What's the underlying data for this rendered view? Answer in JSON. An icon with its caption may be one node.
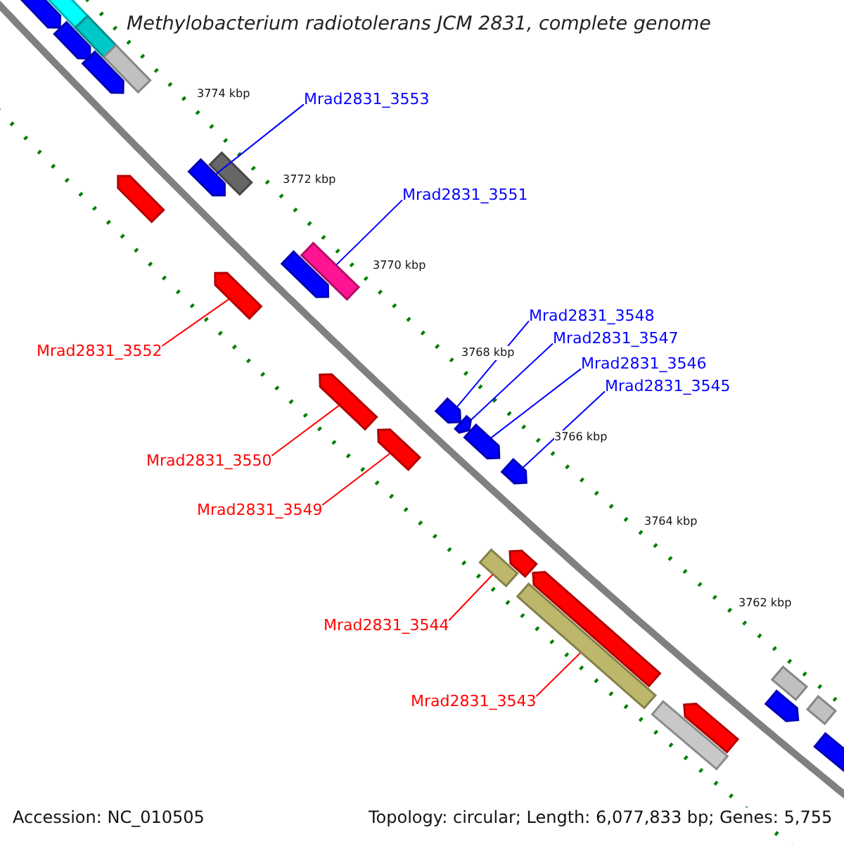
{
  "diagram": {
    "title": "Methylobacterium radiotolerans JCM 2831, complete genome",
    "nodes": [
      {
        "text": [
          "Mrad2831_3553"
        ]
      },
      {
        "text": [
          "Mrad2831_3551"
        ]
      },
      {
        "text": [
          "Mrad2831_3548"
        ]
      },
      {
        "text": [
          "Mrad2831_3547"
        ]
      },
      {
        "text": [
          "Mrad2831_3546"
        ]
      },
      {
        "text": [
          "Mrad2831_3545"
        ]
      },
      {
        "text": [
          "Mrad2831_3552"
        ]
      },
      {
        "text": [
          "Mrad2831_3550"
        ]
      },
      {
        "text": [
          "Mrad2831_3549"
        ]
      },
      {
        "text": [
          "Mrad2831_3544"
        ]
      },
      {
        "text": [
          "Mrad2831_3543"
        ]
      },
      {
        "text": [],
        "shape": "bar"
      },
      {
        "text": [],
        "shape": "arrow"
      },
      {
        "text": [],
        "shape": "bar"
      },
      {
        "text": [],
        "shape": "arrow"
      },
      {
        "text": [],
        "shape": "bar"
      },
      {
        "text": [],
        "shape": "arrow"
      },
      {
        "text": [],
        "shape": "bar"
      },
      {
        "text": [],
        "shape": "arrow"
      },
      {
        "text": [],
        "shape": "arrow"
      },
      {
        "text": [],
        "shape": "bar"
      },
      {
        "text": [],
        "shape": "arrow"
      },
      {
        "text": [],
        "shape": "arrow"
      },
      {
        "text": [],
        "shape": "arrow"
      },
      {
        "text": [],
        "shape": "arrow"
      },
      {
        "text": [],
        "shape": "arrow"
      },
      {
        "text": [],
        "shape": "arrow"
      },
      {
        "text": [],
        "shape": "arrow"
      },
      {
        "text": [],
        "shape": "arrow"
      },
      {
        "text": [],
        "shape": "arrow"
      },
      {
        "text": [],
        "shape": "bar"
      },
      {
        "text": [],
        "shape": "arrow"
      },
      {
        "text": [],
        "shape": "bar"
      },
      {
        "text": [],
        "shape": "bar"
      },
      {
        "text": [],
        "shape": "arrow"
      },
      {
        "text": [],
        "shape": "arrow"
      },
      {
        "text": [],
        "shape": "bar"
      },
      {
        "text": [],
        "shape": "bar"
      },
      {
        "text": [],
        "shape": "arrow"
      }
    ],
    "edges": [
      {
        "from": 0,
        "to": 18,
        "arrow": "none"
      },
      {
        "from": 1,
        "to": 20,
        "arrow": "none"
      },
      {
        "from": 2,
        "to": 24,
        "arrow": "none"
      },
      {
        "from": 3,
        "to": 25,
        "arrow": "none"
      },
      {
        "from": 4,
        "to": 27,
        "arrow": "none"
      },
      {
        "from": 5,
        "to": 28,
        "arrow": "none"
      },
      {
        "from": 6,
        "to": 22,
        "arrow": "none",
        "color": "#ff0000"
      },
      {
        "from": 7,
        "to": 23,
        "arrow": "none",
        "color": "#ff0000"
      },
      {
        "from": 8,
        "to": 26,
        "arrow": "none",
        "color": "#ff0000"
      },
      {
        "from": 9,
        "to": 30,
        "arrow": "none",
        "color": "#ff0000"
      },
      {
        "from": 10,
        "to": 32,
        "arrow": "none",
        "color": "#ff0000"
      }
    ],
    "labels": [
      "3774 kbp",
      "3772 kbp",
      "3770 kbp",
      "3768 kbp",
      "3766 kbp",
      "3764 kbp",
      "3762 kbp",
      "Accession: NC_010505",
      "Topology: circular; Length: 6,077,833 bp; Genes: 5,755"
    ]
  }
}
